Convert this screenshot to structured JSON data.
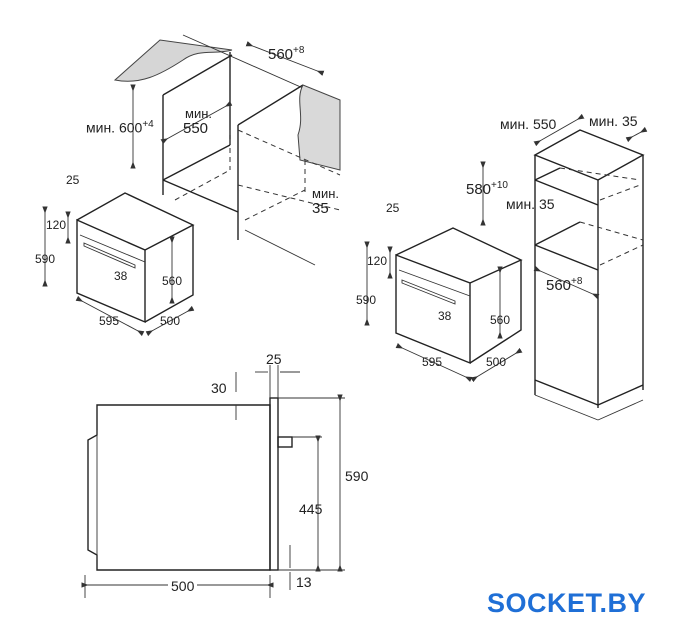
{
  "labels": {
    "niche_width": "560",
    "niche_width_tol": "+8",
    "niche_height": "мин. 600",
    "niche_height_tol": "+4",
    "niche_depth_prefix": "мин.",
    "niche_depth": "550",
    "gap_prefix": "мин.",
    "gap": "35",
    "oven1_25": "25",
    "oven1_120": "120",
    "oven1_590": "590",
    "oven1_38": "38",
    "oven1_560": "560",
    "oven1_595": "595",
    "oven1_500": "500",
    "tall_depth": "мин. 550",
    "tall_gap_top": "мин. 35",
    "tall_height": "580",
    "tall_height_tol": "+10",
    "tall_gap_mid": "мин. 35",
    "tall_width": "560",
    "tall_width_tol": "+8",
    "oven2_25": "25",
    "oven2_120": "120",
    "oven2_590": "590",
    "oven2_38": "38",
    "oven2_560": "560",
    "oven2_595": "595",
    "oven2_500": "500",
    "side_25": "25",
    "side_30": "30",
    "side_590": "590",
    "side_445": "445",
    "side_500": "500",
    "side_13": "13"
  },
  "brand": {
    "logo": "SOCKET.BY",
    "color": "#1f6fd6"
  }
}
